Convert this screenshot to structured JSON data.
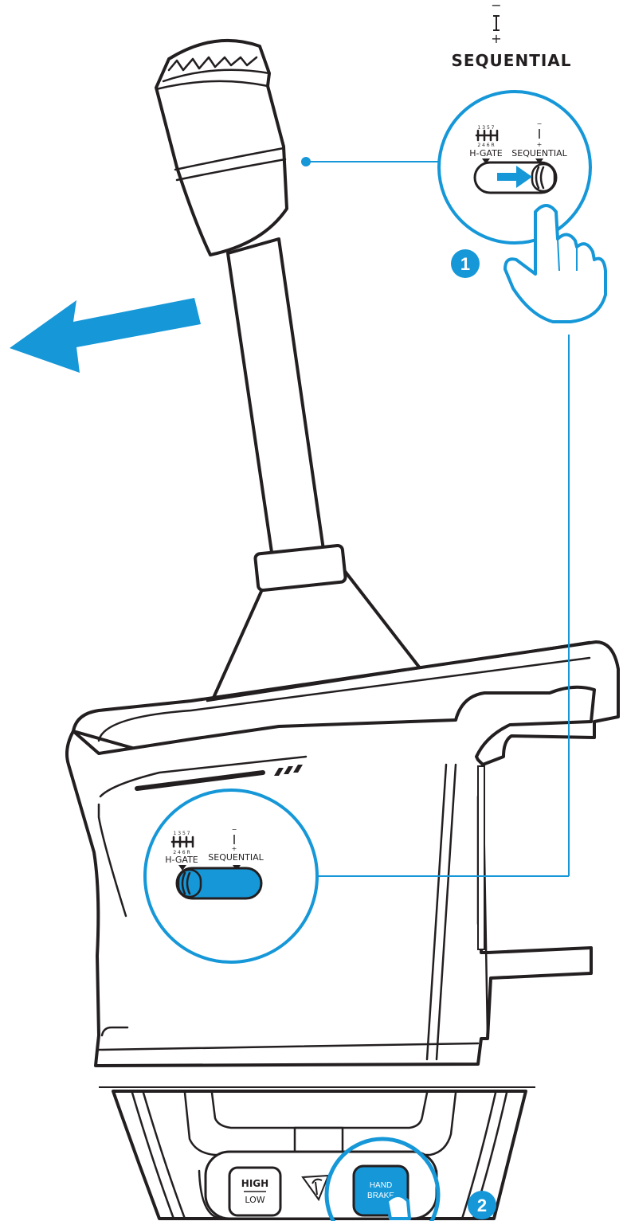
{
  "colors": {
    "accent": "#1597d8",
    "ink": "#231f20",
    "background": "#ffffff"
  },
  "header": {
    "minus": "−",
    "plus": "+",
    "title": "SEQUENTIAL"
  },
  "callout_top": {
    "step": "1",
    "hgate_label": "H-GATE",
    "hgate_top_numbers": "1 3 5 7",
    "hgate_bottom_numbers": "2 4 6 R",
    "sequential_label": "SEQUENTIAL",
    "seq_minus": "−",
    "seq_plus": "+",
    "switch_position": "sequential",
    "icons": [
      "blue-arrow-right-icon",
      "hand-pointer-icon"
    ]
  },
  "callout_body": {
    "hgate_label": "H-GATE",
    "hgate_top_numbers": "1 3 5 7",
    "hgate_bottom_numbers": "2 4 6 R",
    "sequential_label": "SEQUENTIAL",
    "seq_minus": "−",
    "seq_plus": "+",
    "switch_position": "h-gate"
  },
  "bottom_panel": {
    "step": "2",
    "high_low_top": "HIGH",
    "high_low_bottom": "LOW",
    "hand_brake_line1": "HAND",
    "hand_brake_line2": "BRAKE",
    "icons": [
      "turtle-beach-logo-icon",
      "hand-pointer-icon"
    ]
  },
  "pull_direction_icon": "blue-arrow-left-icon"
}
